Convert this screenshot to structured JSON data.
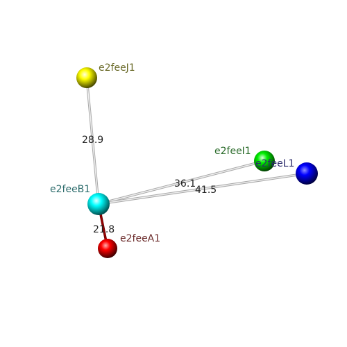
{
  "atoms": [
    {
      "id": "e2feeJ1",
      "label": "e2feeJ1",
      "color": "#ffff00",
      "label_color": "#6b6b2a"
    },
    {
      "id": "e2feeB1",
      "label": "e2feeB1",
      "color": "#00ffff",
      "label_color": "#2b6b6b"
    },
    {
      "id": "e2feeI1",
      "label": "e2feeI1",
      "color": "#00ee00",
      "label_color": "#2a6b2a"
    },
    {
      "id": "e2feeL1",
      "label": "e2feeL1",
      "color": "#0000ff",
      "label_color": "#2a2a6b"
    },
    {
      "id": "e2feeA1",
      "label": "e2feeA1",
      "color": "#ff0000",
      "label_color": "#6b2a2a"
    }
  ],
  "distances": [
    {
      "from": "e2feeB1",
      "to": "e2feeJ1",
      "value": "28.9",
      "line_color": "#c8c8c8"
    },
    {
      "from": "e2feeB1",
      "to": "e2feeI1",
      "value": "36.1",
      "line_color": "#c8c8c8"
    },
    {
      "from": "e2feeB1",
      "to": "e2feeL1",
      "value": "41.5",
      "line_color": "#c8c8c8"
    },
    {
      "from": "e2feeB1",
      "to": "e2feeA1",
      "value": "21.8",
      "line_color": "#7a0000"
    }
  ]
}
